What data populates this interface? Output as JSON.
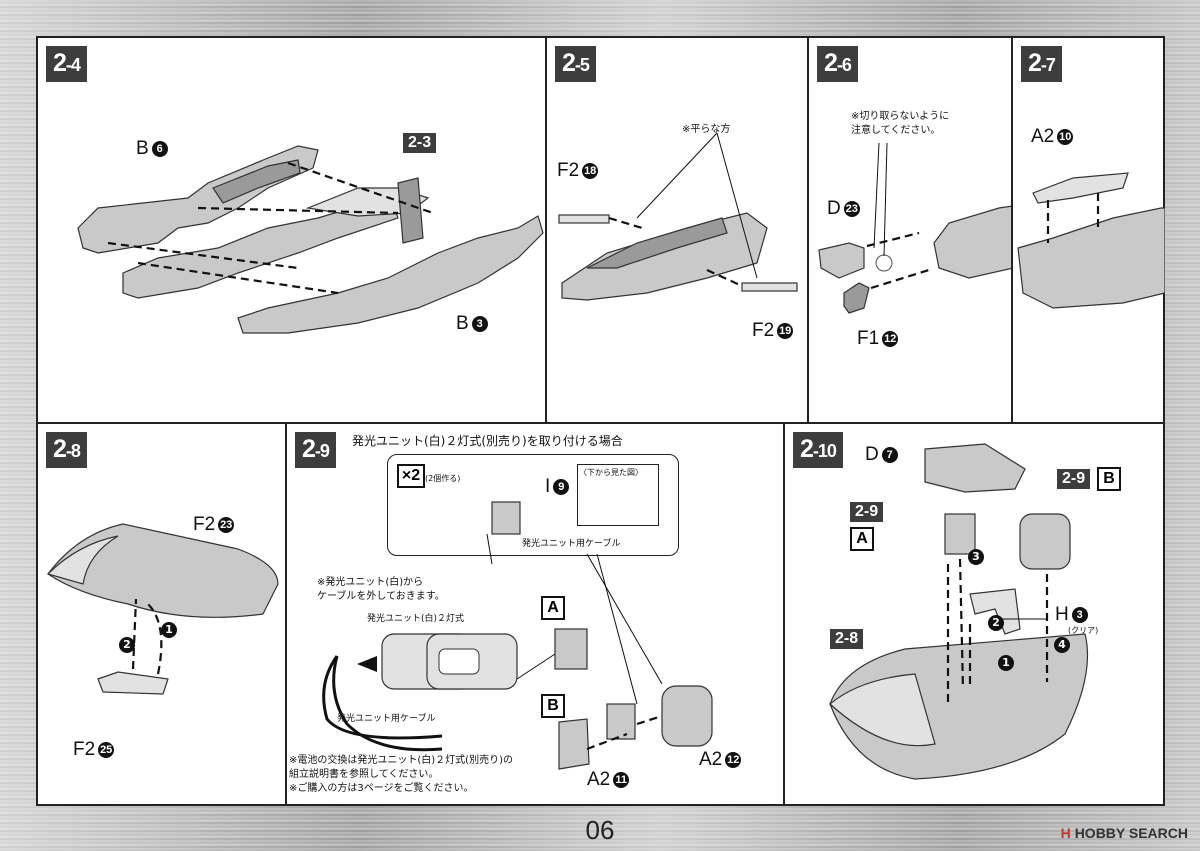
{
  "page": {
    "number": "06",
    "watermark": "HOBBY SEARCH",
    "watermark_mark": "H"
  },
  "panels": {
    "p24": {
      "step_major": "2",
      "step_minor": "-4",
      "ref_step": "2-3",
      "labels": {
        "top_part": "B",
        "top_num": "6",
        "bottom_part": "B",
        "bottom_num": "3"
      }
    },
    "p25": {
      "step_major": "2",
      "step_minor": "-5",
      "note": "※平らな方",
      "labels": {
        "upper_part": "F2",
        "upper_num": "18",
        "lower_part": "F2",
        "lower_num": "19"
      }
    },
    "p26": {
      "step_major": "2",
      "step_minor": "-6",
      "note_line1": "※切り取らないように",
      "note_line2": "注意してください。",
      "labels": {
        "d_part": "D",
        "d_num": "23",
        "f_part": "F1",
        "f_num": "12"
      }
    },
    "p27": {
      "step_major": "2",
      "step_minor": "-7",
      "labels": {
        "part": "A2",
        "num": "10"
      }
    },
    "p28": {
      "step_major": "2",
      "step_minor": "-8",
      "labels": {
        "upper_part": "F2",
        "upper_num": "23",
        "lower_part": "F2",
        "lower_num": "25",
        "order1": "1",
        "order2": "2"
      }
    },
    "p29": {
      "step_major": "2",
      "step_minor": "-9",
      "heading": "発光ユニット(白)２灯式(別売り)を取り付ける場合",
      "multiplier": "×2",
      "multiplier_note": "(2個作る)",
      "part_i": "I",
      "part_i_num": "9",
      "bottom_view": "〈下から見た図〉",
      "cable_label": "発光ユニット用ケーブル",
      "note_remove_1": "※発光ユニット(白)から",
      "note_remove_2": "ケーブルを外しておきます。",
      "unit_label": "発光ユニット(白)２灯式",
      "cable_label_2": "発光ユニット用ケーブル",
      "note_battery_1": "※電池の交換は発光ユニット(白)２灯式(別売り)の",
      "note_battery_2": "組立説明書を参照してください。",
      "note_purchase": "※ご購入の方は3ページをご覧ください。",
      "box_a": "A",
      "box_b": "B",
      "a2_left": "A2",
      "a2_left_num": "11",
      "a2_right": "A2",
      "a2_right_num": "12"
    },
    "p210": {
      "step_major": "2",
      "step_minor": "-10",
      "ref_29a": "2-9",
      "box_a": "A",
      "ref_29b": "2-9",
      "box_b": "B",
      "ref_28": "2-8",
      "d_part": "D",
      "d_num": "7",
      "h_part": "H",
      "h_num": "3",
      "h_note": "(クリア)",
      "order1": "1",
      "order2": "2",
      "order3": "3",
      "order4": "4"
    }
  }
}
